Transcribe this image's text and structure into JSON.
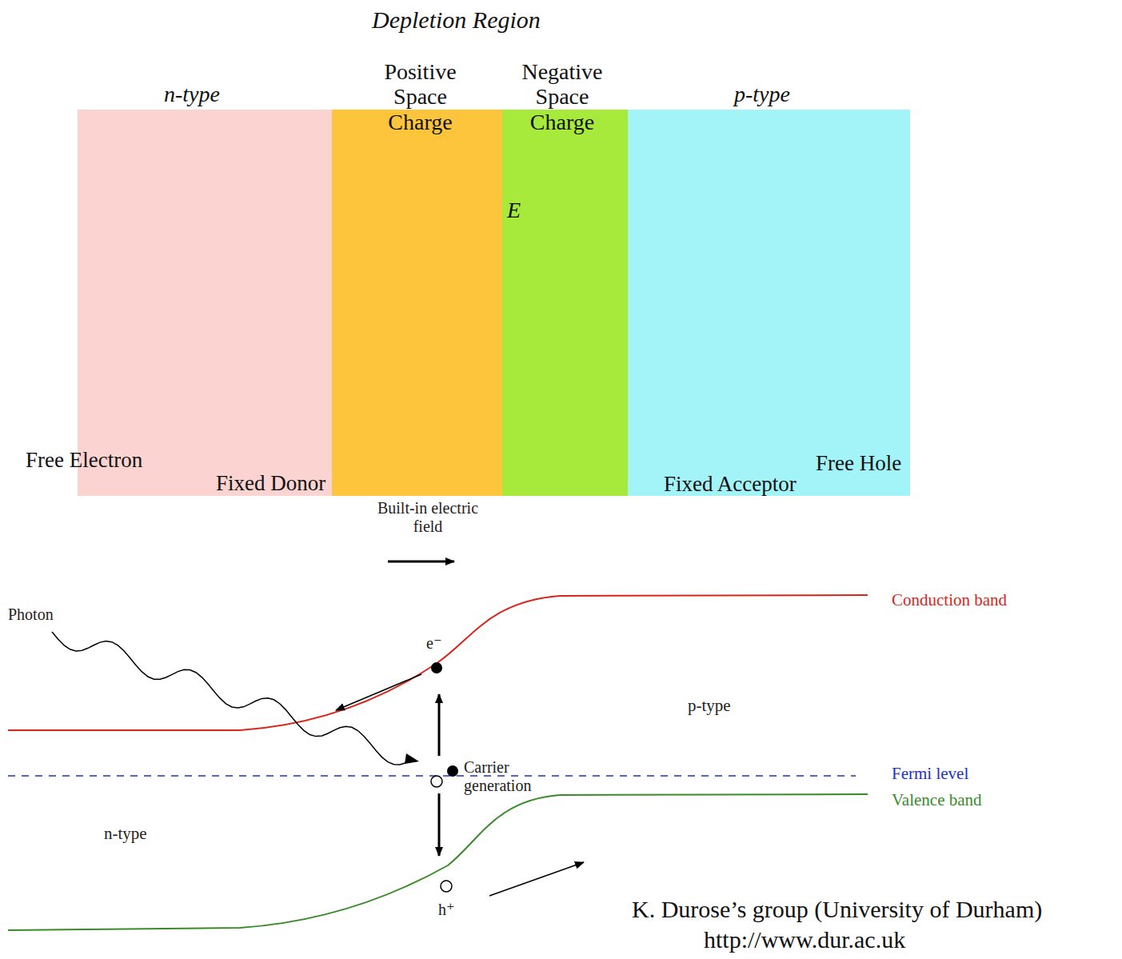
{
  "diagram": {
    "title": "Depletion Region",
    "nodes": [
      {
        "text": [
          "n-type"
        ]
      },
      {
        "text": [
          "Positive Space Charge"
        ]
      },
      {
        "text": [
          "Negative Space Charge"
        ]
      },
      {
        "text": [
          "p-type"
        ]
      }
    ],
    "labels": [
      "E",
      "Free Electron",
      "Fixed Donor",
      "Fixed Acceptor",
      "Free Hole",
      "Built-in electric field",
      "Photon",
      "Conduction band",
      "Fermi level",
      "Valence band",
      "e⁻",
      "Carrier generation",
      "p-type",
      "n-type",
      "h⁺",
      "K. Durose’s group (University of Durham)",
      "http://www.dur.ac.uk"
    ]
  }
}
